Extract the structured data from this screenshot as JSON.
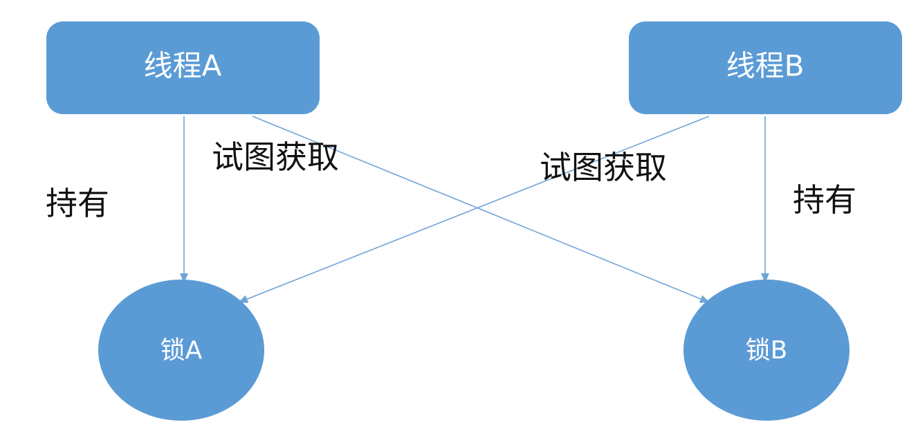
{
  "colors": {
    "node_fill": "#5b9bd5",
    "node_text": "#ffffff",
    "edge": "#6fa3d8",
    "edge_text": "#111111",
    "background": "#ffffff"
  },
  "nodes": {
    "thread_a": {
      "label": "线程A",
      "shape": "rounded-rect"
    },
    "thread_b": {
      "label": "线程B",
      "shape": "rounded-rect"
    },
    "lock_a": {
      "label": "锁A",
      "shape": "ellipse"
    },
    "lock_b": {
      "label": "锁B",
      "shape": "ellipse"
    }
  },
  "edges": [
    {
      "from": "thread_a",
      "to": "lock_a",
      "label": "持有"
    },
    {
      "from": "thread_a",
      "to": "lock_b",
      "label": "试图获取"
    },
    {
      "from": "thread_b",
      "to": "lock_a",
      "label": "试图获取"
    },
    {
      "from": "thread_b",
      "to": "lock_b",
      "label": "持有"
    }
  ]
}
